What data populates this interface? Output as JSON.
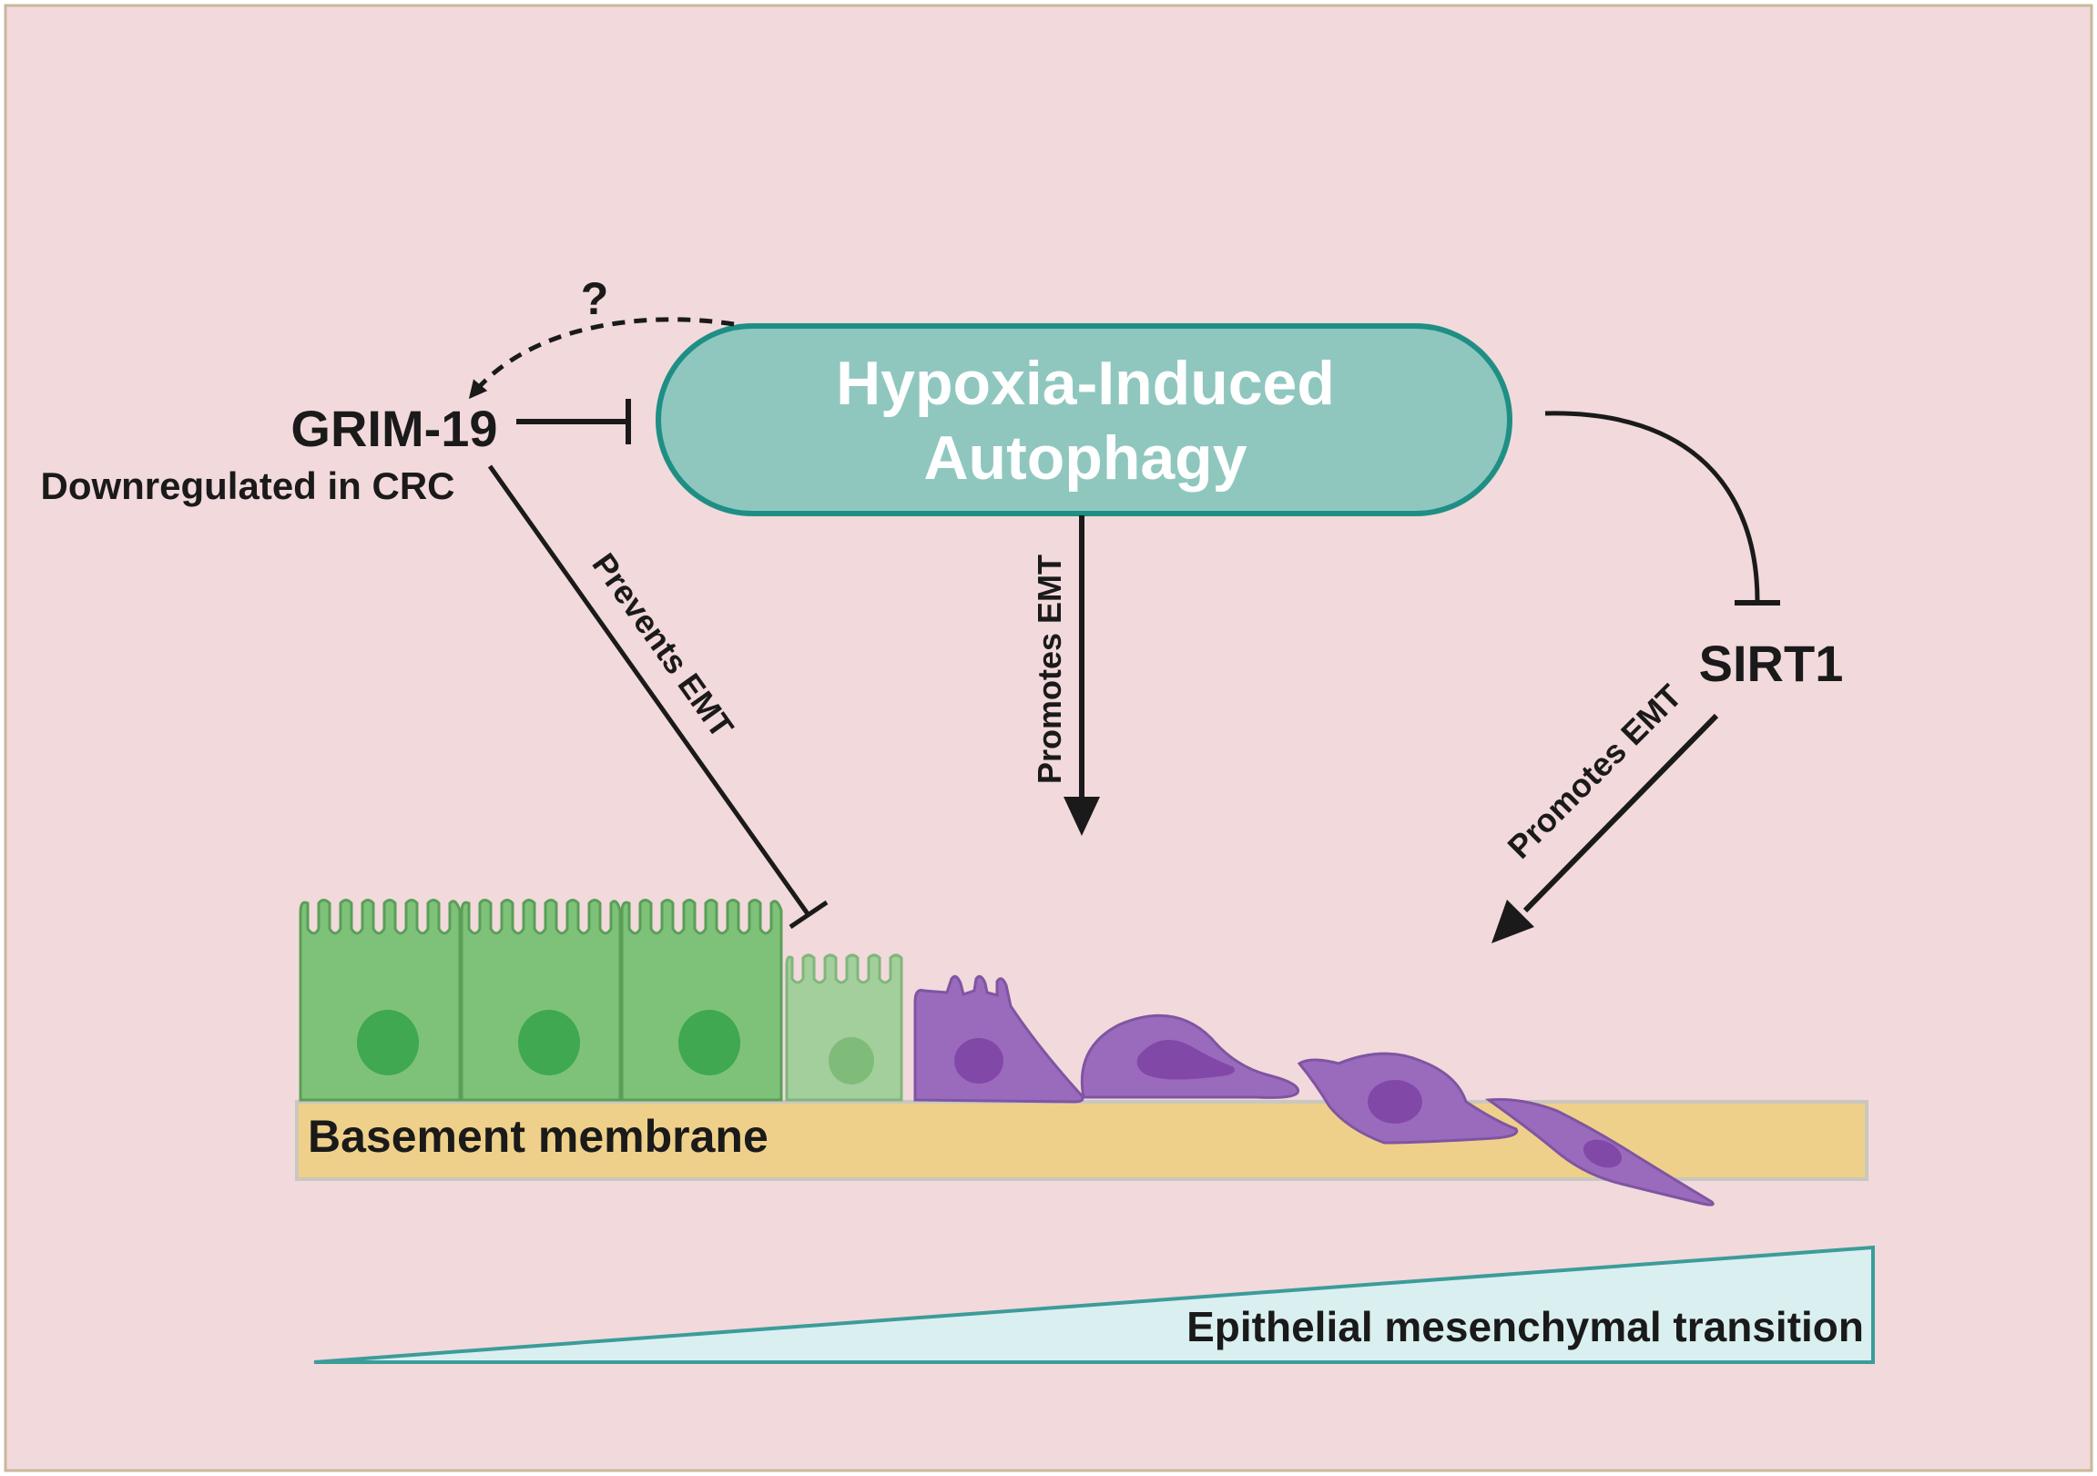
{
  "colors": {
    "background": "#f2d9db",
    "frame": "#c9b79c",
    "pill_fill": "#8fc7bf",
    "pill_stroke": "#1f8f85",
    "epithelial_cell": "#7ec27a",
    "epithelial_nucleus": "#3fa850",
    "transitional_cell": "#a3cf9c",
    "mesenchymal_cell": "#9a6bbd",
    "basement_membrane": "#efd08a",
    "emt_wedge": "#daeff0",
    "emt_wedge_stroke": "#3c9c9a",
    "arrow": "#1a1a1a"
  },
  "nodes": {
    "center_title_line1": "Hypoxia-Induced",
    "center_title_line2": "Autophagy",
    "grim19": "GRIM-19",
    "grim19_note": "Downregulated in CRC",
    "sirt1": "SIRT1",
    "question_mark": "?"
  },
  "edges": {
    "grim19_to_emt": "Prevents  EMT",
    "autophagy_to_emt": "Promotes EMT",
    "sirt1_to_emt": "Promotes EMT"
  },
  "illustration": {
    "basement_membrane": "Basement membrane",
    "emt_gradient": "Epithelial mesenchymal transition"
  },
  "icons": {
    "inhibition": "t-bar-icon",
    "activation": "arrowhead-icon",
    "uncertain": "dashed-arrow-icon"
  }
}
